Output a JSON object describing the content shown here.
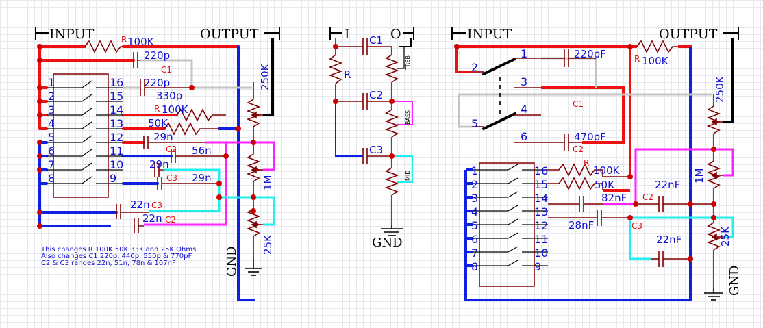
{
  "colors": {
    "red": "#ee1111",
    "blue": "#1020e0",
    "magenta": "#ff22ff",
    "cyan": "#22eeee",
    "gray": "#c4c4c4",
    "black": "#000000",
    "comp": "#800000",
    "label_red": "#e01010",
    "pin_blue": "#1010d0"
  },
  "left": {
    "input": "INPUT",
    "output": "OUTPUT",
    "gnd": "GND",
    "r_tag": "R",
    "r_value": "100K",
    "r2_tag": "R",
    "r2_value": "100K",
    "r3_value": "50K",
    "c1_tag": "C1",
    "c1_a": "220p",
    "c1_b": "220p",
    "c1_c": "330p",
    "c2_tag": "C2",
    "c2_a": "29n",
    "c2_b": "56n",
    "c2_c": "22n",
    "c3_tag": "C3",
    "c3_a": "29n",
    "c3_b": "29n",
    "c3_c": "22n",
    "pot_250k": "250K",
    "pot_1m": "1M",
    "pot_25k": "25K",
    "pins_left": [
      "1",
      "2",
      "3",
      "4",
      "5",
      "6",
      "7",
      "8"
    ],
    "pins_right": [
      "16",
      "15",
      "14",
      "13",
      "12",
      "11",
      "10",
      "9"
    ],
    "note_lines": [
      "This changes R 100K 50K 33K and 25K Ohms",
      "Also changes C1 220p, 440p, 550p & 770pF",
      "C2 & C3 ranges 22n, 51n, 78n & 107nF"
    ]
  },
  "mid": {
    "i": "I",
    "o": "O",
    "r": "R",
    "c1": "C1",
    "c2": "C2",
    "c3": "C3",
    "treb": "TREB",
    "bass": "BASS",
    "mid": "MID",
    "gnd": "GND"
  },
  "right": {
    "input": "INPUT",
    "output": "OUTPUT",
    "gnd": "GND",
    "sw_pins": [
      "1",
      "2",
      "3",
      "4",
      "5",
      "6"
    ],
    "c_220": "220pF",
    "c_470": "470pF",
    "c1_tag": "C1",
    "c2_tag": "C2",
    "c3_tag": "C3",
    "r_tag": "R",
    "r_100k": "100K",
    "r_100k_b": "100K",
    "r_50k": "50K",
    "c_82": "82nF",
    "c_28": "28nF",
    "c_22a": "22nF",
    "c_22b": "22nF",
    "pot_250k": "250K",
    "pot_1m": "1M",
    "pot_25k": "25K",
    "pins_left": [
      "1",
      "2",
      "3",
      "4",
      "5",
      "6",
      "7",
      "8"
    ],
    "pins_right": [
      "16",
      "15",
      "14",
      "13",
      "12",
      "11",
      "10",
      "9"
    ]
  }
}
